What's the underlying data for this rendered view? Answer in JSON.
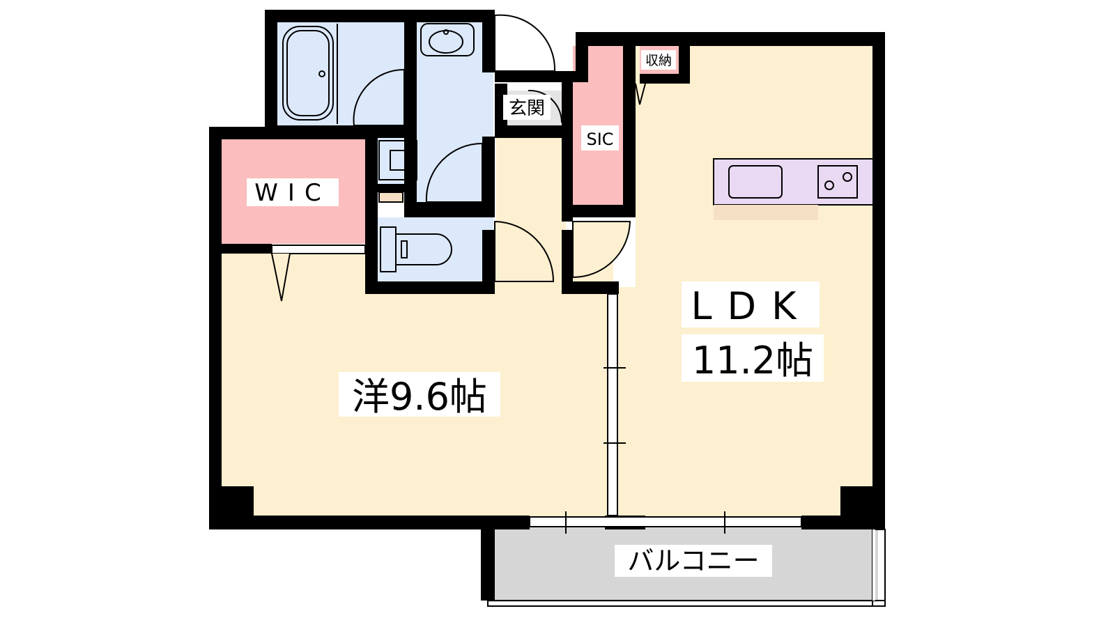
{
  "floorplan": {
    "rooms": {
      "wic": "WIC",
      "sic": "SIC",
      "storage": "収納",
      "entrance": "玄関",
      "western_room": "洋9.6帖",
      "ldk_name": "LDK",
      "ldk_size": "11.2帖",
      "balcony": "バルコニー"
    },
    "colors": {
      "floor": "#fdf0d0",
      "wet_area": "#dce9fb",
      "closet": "#fbbdbd",
      "balcony": "#d6d6d6",
      "kitchen": "#e9d9f2",
      "wall": "#000000"
    }
  }
}
